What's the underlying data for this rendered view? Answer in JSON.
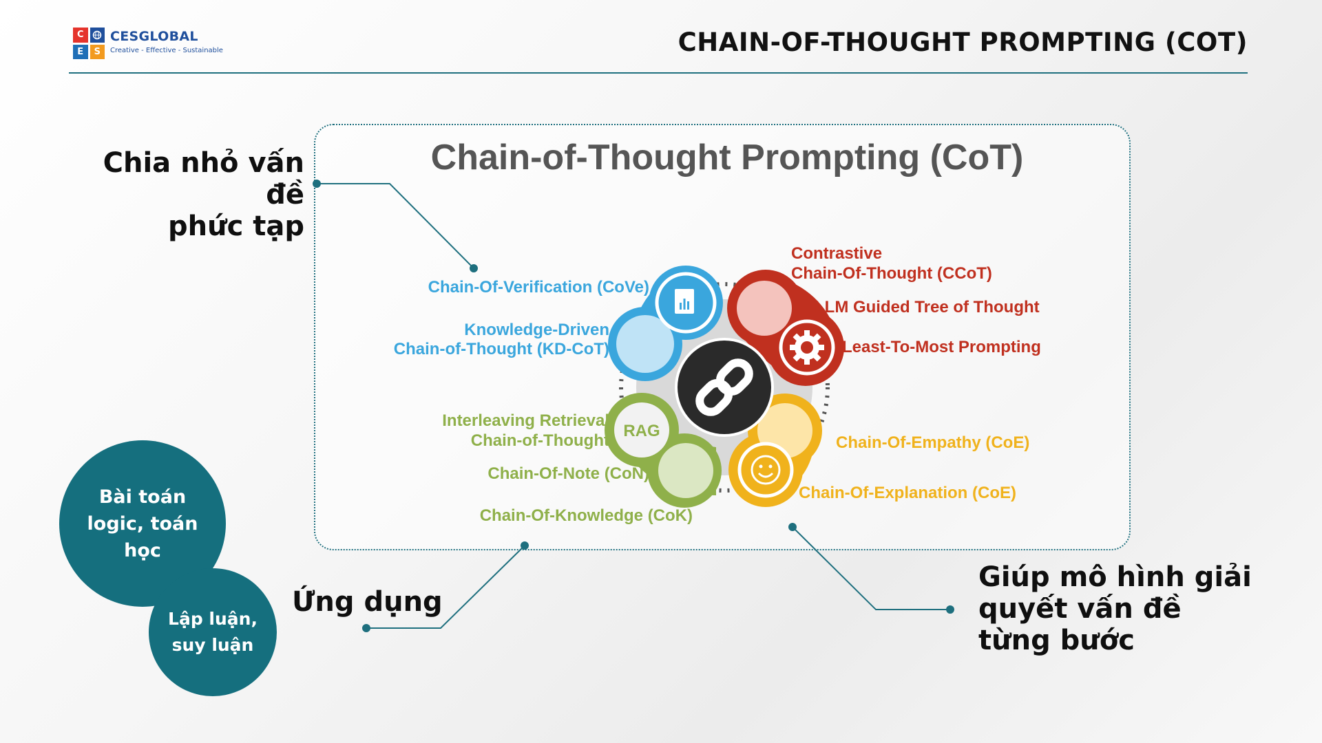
{
  "header": {
    "logo_letters": [
      "C",
      "",
      "E",
      "S"
    ],
    "logo_name": "CESGLOBAL",
    "logo_tagline": "Creative - Effective - Sustainable",
    "title": "CHAIN-OF-THOUGHT PROMPTING (COT)"
  },
  "diagram": {
    "title": "Chain-of-Thought Prompting (CoT)",
    "center_icon": "chain-link-icon",
    "colors": {
      "blue": "#3aa6dd",
      "red": "#c0301f",
      "yellow": "#f0b21c",
      "green": "#8fb04a",
      "center": "#2a2a2a",
      "ring": "#d7d7d7"
    },
    "blue_labels": [
      "Chain-Of-Verification (CoVe)",
      "Knowledge-Driven",
      "Chain-of-Thought (KD-CoT)"
    ],
    "red_labels": [
      "Contrastive",
      "Chain-Of-Thought (CCoT)",
      "LLM Guided Tree of Thought",
      "Least-To-Most Prompting"
    ],
    "green_labels": [
      "Interleaving Retrieval",
      "Chain-of-Thought",
      "Chain-Of-Note (CoN)",
      "Chain-Of-Knowledge (CoK)"
    ],
    "yellow_labels": [
      "Chain-Of-Empathy (CoE)",
      "Chain-Of-Explanation (CoE)"
    ],
    "rag_label": "RAG"
  },
  "labels": {
    "top_left": [
      "Chia nhỏ vấn đề",
      "phức tạp"
    ],
    "bottom_right": [
      "Giúp mô hình giải",
      "quyết vấn đề",
      "từng bước"
    ],
    "application": "Ứng dụng"
  },
  "applications": {
    "circle_1": [
      "Bài toán",
      "logic, toán",
      "học"
    ],
    "circle_2": [
      "Lập luận,",
      "suy luận"
    ]
  },
  "accent_color": "#156f7e"
}
